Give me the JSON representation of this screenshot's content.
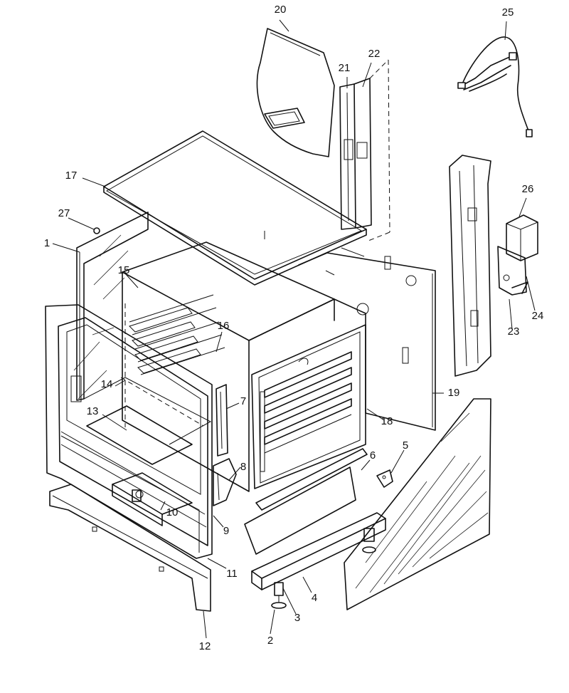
{
  "callouts": {
    "c1": "1",
    "c2": "2",
    "c3": "3",
    "c4": "4",
    "c5": "5",
    "c6": "6",
    "c7": "7",
    "c8": "8",
    "c9": "9",
    "c10": "10",
    "c11": "11",
    "c12": "12",
    "c13": "13",
    "c14": "14",
    "c15": "15",
    "c16": "16",
    "c17": "17",
    "c18": "18",
    "c19": "19",
    "c20": "20",
    "c21": "21",
    "c22": "22",
    "c23": "23",
    "c24": "24",
    "c25": "25",
    "c26": "26",
    "c27": "27"
  }
}
